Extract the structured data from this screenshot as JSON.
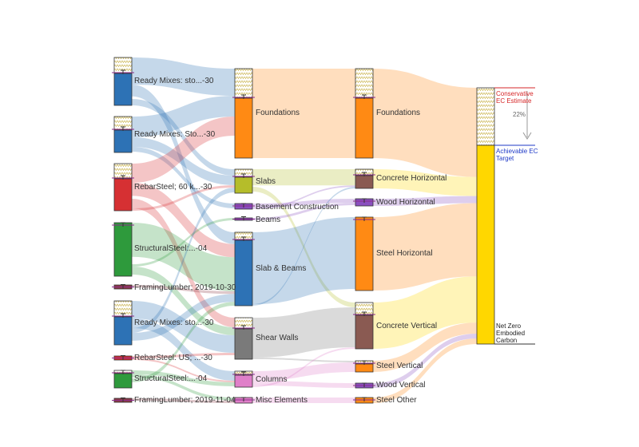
{
  "colors": {
    "blue": "#2d72b5",
    "red": "#d63033",
    "green": "#2e9a3c",
    "maroon": "#8b3b46",
    "orange": "#ff8a14",
    "olive": "#b5bd2a",
    "purple": "#8a4fbf",
    "pink": "#e07fc9",
    "gray": "#7a7a7a",
    "brown": "#8a5a52",
    "yellow": "#ffd700",
    "target_red": "#d62728",
    "target_blue": "#1f3ac7"
  },
  "sources": [
    {
      "label": "Ready Mixes: sto...-30",
      "color": "blue",
      "conservative_band": true
    },
    {
      "label": "Ready Mixes: Sto...-30",
      "color": "blue",
      "conservative_band": true
    },
    {
      "label": "RebarSteel; 60 k...-30",
      "color": "red",
      "conservative_band": true
    },
    {
      "label": "StructuralSteel:...-04",
      "color": "green",
      "conservative_band": false
    },
    {
      "label": "FramingLumber; 2019-10-30",
      "color": "maroon",
      "conservative_band": false
    },
    {
      "label": "Ready Mixes: sto...-30",
      "color": "blue",
      "conservative_band": true
    },
    {
      "label": "RebarSteel: US; ...-30",
      "color": "red",
      "conservative_band": false
    },
    {
      "label": "StructuralSteel:...-04",
      "color": "green",
      "conservative_band": false
    },
    {
      "label": "FramingLumber; 2019-11-04",
      "color": "maroon",
      "conservative_band": false
    }
  ],
  "elements": [
    {
      "label": "Foundations",
      "color": "orange",
      "conservative_band": true
    },
    {
      "label": "Slabs",
      "color": "olive",
      "conservative_band": true
    },
    {
      "label": "Basement Construction",
      "color": "purple",
      "conservative_band": false
    },
    {
      "label": "Beams",
      "color": "purple",
      "conservative_band": false
    },
    {
      "label": "Slab & Beams",
      "color": "blue",
      "conservative_band": true
    },
    {
      "label": "Shear Walls",
      "color": "gray",
      "conservative_band": true
    },
    {
      "label": "Columns",
      "color": "pink",
      "conservative_band": false
    },
    {
      "label": "Misc Elements",
      "color": "pink",
      "conservative_band": false
    }
  ],
  "categories": [
    {
      "label": "Foundations",
      "color": "orange",
      "conservative_band": true
    },
    {
      "label": "Concrete Horizontal",
      "color": "brown",
      "conservative_band": true
    },
    {
      "label": "Wood Horizontal",
      "color": "purple",
      "conservative_band": false
    },
    {
      "label": "Steel Horizontal",
      "color": "orange",
      "conservative_band": false
    },
    {
      "label": "Concrete Vertical",
      "color": "brown",
      "conservative_band": true
    },
    {
      "label": "Steel Vertical",
      "color": "orange",
      "conservative_band": false
    },
    {
      "label": "Wood Vertical",
      "color": "purple",
      "conservative_band": false
    },
    {
      "label": "Steel Other",
      "color": "orange",
      "conservative_band": false
    }
  ],
  "total": {
    "label_line1": "Net Zero",
    "label_line2": "Embodied",
    "label_line3": "Carbon",
    "color": "yellow"
  },
  "targets": {
    "conservative_line1": "Conservative",
    "conservative_line2": "EC Estimate",
    "reduction_label": "22%",
    "achievable_line1": "Achievable EC",
    "achievable_line2": "Target"
  }
}
